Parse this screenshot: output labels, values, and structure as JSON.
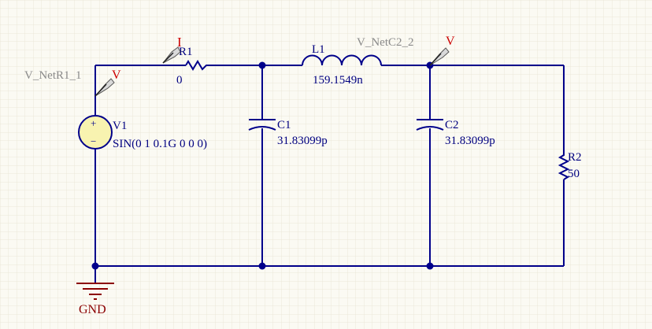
{
  "colors": {
    "background": "#fbfaf3",
    "grid": "#ebe8d8",
    "wire": "#00008b",
    "label": "#000080",
    "net_label": "#8a8a8a",
    "probe_mark": "#cc0000",
    "gnd_label": "#8b0000",
    "source_fill": "#f8f3b0"
  },
  "components": {
    "V1": {
      "designator": "V1",
      "value": "SIN(0 1 0.1G 0 0 0)"
    },
    "R1": {
      "designator": "R1",
      "value": "0"
    },
    "L1": {
      "designator": "L1",
      "value": "159.1549n"
    },
    "C1": {
      "designator": "C1",
      "value": "31.83099p"
    },
    "C2": {
      "designator": "C2",
      "value": "31.83099p"
    },
    "R2": {
      "designator": "R2",
      "value": "50"
    }
  },
  "nets": {
    "netr1": "V_NetR1_1",
    "netc2": "V_NetC2_2",
    "gnd": "GND"
  },
  "probes": {
    "current": "I",
    "voltage1": "V",
    "voltage2": "V"
  },
  "source_symbols": {
    "plus": "+",
    "minus": "−"
  }
}
